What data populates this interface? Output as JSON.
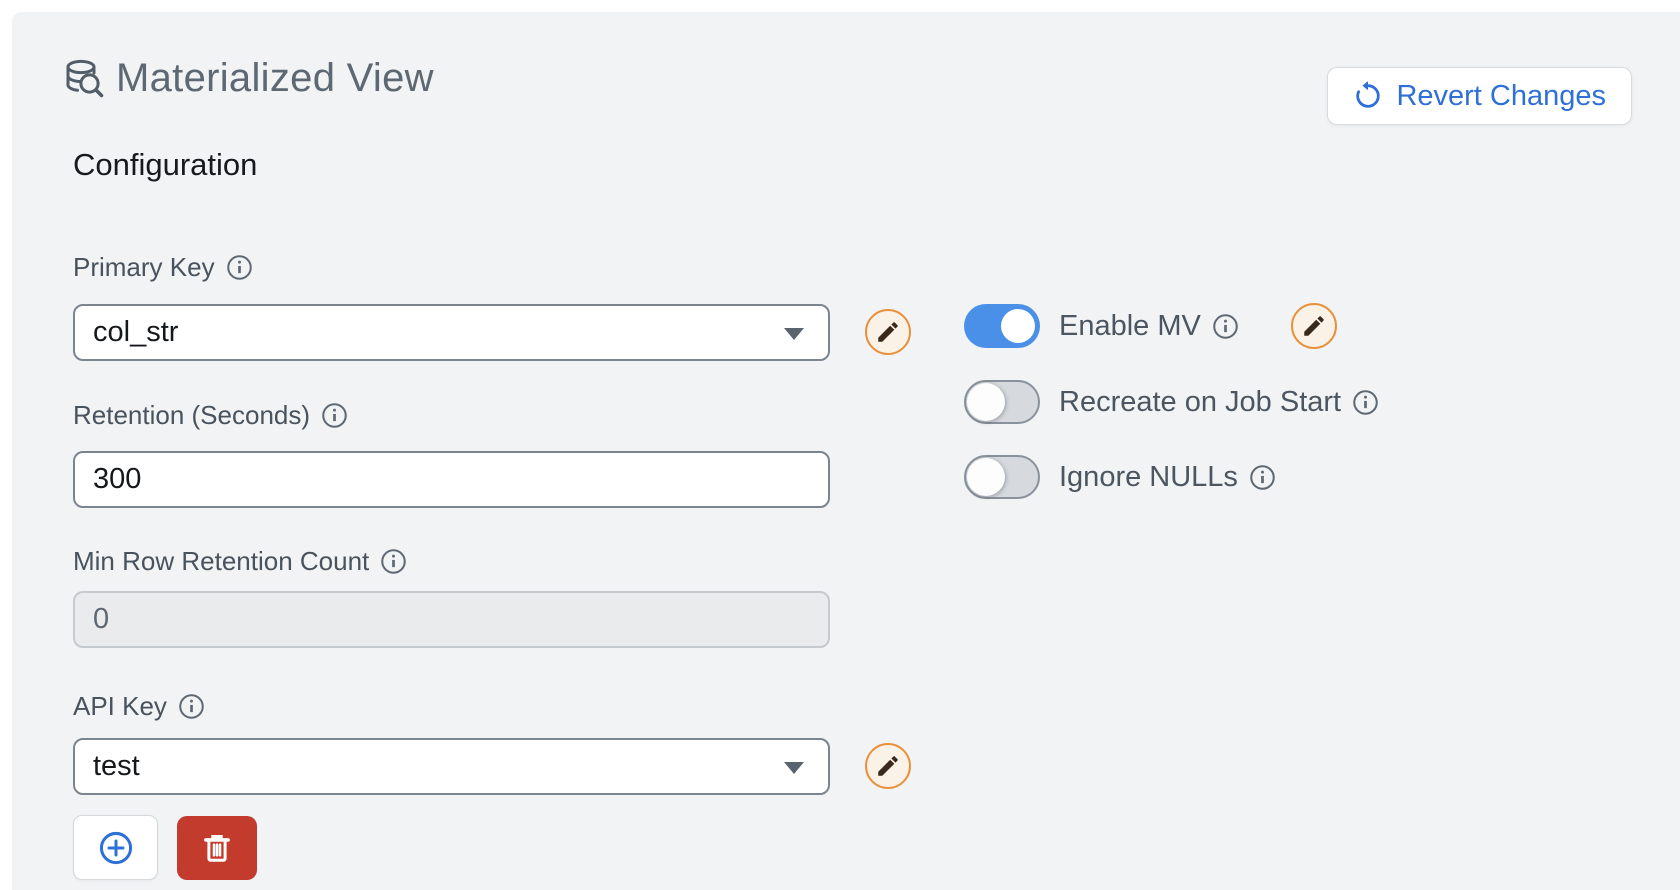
{
  "header": {
    "title": "Materialized View",
    "title_icon": "database-search-icon",
    "revert_button": {
      "label": "Revert Changes",
      "icon": "undo-icon"
    }
  },
  "section_heading": "Configuration",
  "fields": {
    "primary_key": {
      "label": "Primary Key",
      "value": "col_str",
      "type": "select",
      "editable": true,
      "disabled": false
    },
    "retention": {
      "label": "Retention (Seconds)",
      "value": "300",
      "type": "text",
      "editable": false,
      "disabled": false
    },
    "min_row": {
      "label": "Min Row Retention Count",
      "value": "0",
      "type": "text",
      "editable": false,
      "disabled": true
    },
    "api_key": {
      "label": "API Key",
      "value": "test",
      "type": "select",
      "editable": true,
      "disabled": false
    }
  },
  "toggles": [
    {
      "label": "Enable MV",
      "state": "on",
      "has_info": true,
      "has_edit": true
    },
    {
      "label": "Recreate on Job Start",
      "state": "off",
      "has_info": true,
      "has_edit": false
    },
    {
      "label": "Ignore NULLs",
      "state": "off",
      "has_info": true,
      "has_edit": false
    }
  ],
  "actions": {
    "add_icon": "plus-circle-icon",
    "delete_icon": "trash-icon"
  },
  "icons": [
    "database-search-icon",
    "undo-icon",
    "info-icon",
    "chevron-down-icon",
    "pencil-icon",
    "plus-circle-icon",
    "trash-icon"
  ],
  "colors": {
    "panel_bg": "#f1f3f5",
    "title_gray": "#5d6872",
    "accent_blue": "#2e6fd8",
    "toggle_on_blue": "#4a90e8",
    "toggle_off_track": "#d6d9dd",
    "edit_border_orange": "#e8913b",
    "edit_bg_cream": "#faf2e6",
    "delete_red": "#c23b2d",
    "input_border": "#7b858f",
    "disabled_bg": "#e9ebed"
  }
}
